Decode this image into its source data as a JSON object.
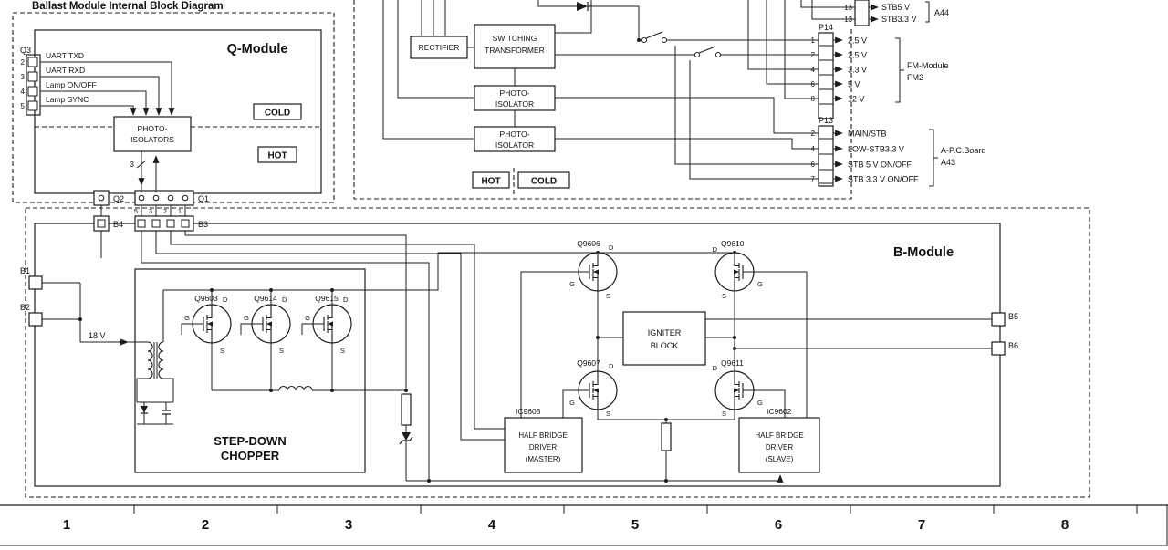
{
  "title": "Ballast Module Internal Block Diagram",
  "mosfet_pins": {
    "d": "D",
    "g": "G",
    "s": "S"
  },
  "q_module": {
    "name": "Q-Module",
    "cold": "COLD",
    "hot": "HOT",
    "q3_label": "Q3",
    "q3_pins": [
      {
        "num": "2",
        "signal": "UART TXD"
      },
      {
        "num": "3",
        "signal": "UART RXD"
      },
      {
        "num": "4",
        "signal": "Lamp ON/OFF"
      },
      {
        "num": "5",
        "signal": "Lamp SYNC"
      }
    ],
    "photo_isolators_l1": "PHOTO-",
    "photo_isolators_l2": "ISOLATORS",
    "bundle_count": "3",
    "q2": "Q2",
    "q1": "Q1",
    "b4": "B4",
    "b3": "B3",
    "b3_pin_numbers": [
      "5",
      "3",
      "2",
      "1"
    ]
  },
  "psu": {
    "rectifier": "RECTIFIER",
    "transformer_l1": "SWITCHING",
    "transformer_l2": "TRANSFORMER",
    "photo_isolator_l1": "PHOTO-",
    "photo_isolator_l2": "ISOLATOR",
    "hot": "HOT",
    "cold": "COLD",
    "p14_label": "P14",
    "p14_pins": [
      {
        "num": "1",
        "signal": "2.5 V"
      },
      {
        "num": "2",
        "signal": "2.5 V"
      },
      {
        "num": "4",
        "signal": "3.3 V"
      },
      {
        "num": "6",
        "signal": "5 V"
      },
      {
        "num": "8",
        "signal": "12 V"
      }
    ],
    "p14_dest_l1": "FM-Module",
    "p14_dest_l2": "FM2",
    "p13_label": "P13",
    "p13_pins": [
      {
        "num": "2",
        "signal": "MAIN/STB"
      },
      {
        "num": "4",
        "signal": "LOW-STB3.3 V"
      },
      {
        "num": "6",
        "signal": "STB 5 V ON/OFF"
      },
      {
        "num": "7",
        "signal": "STB 3.3 V ON/OFF"
      }
    ],
    "p13_dest_l1": "A-P.C.Board",
    "p13_dest_l2": "A43",
    "stb_pins": [
      {
        "num": "13",
        "signal": "STB5 V"
      },
      {
        "num": "13",
        "signal": "STB3.3 V"
      }
    ],
    "stb_dest": "A44"
  },
  "b_module": {
    "name": "B-Module",
    "b1": "B1",
    "b2": "B2",
    "b5": "B5",
    "b6": "B6",
    "supply": "18 V",
    "chopper_l1": "STEP-DOWN",
    "chopper_l2": "CHOPPER",
    "q9603": "Q9603",
    "q9614": "Q9614",
    "q9615": "Q9615",
    "q9606": "Q9606",
    "q9610": "Q9610",
    "q9607": "Q9607",
    "q9611": "Q9611",
    "igniter_l1": "IGNITER",
    "igniter_l2": "BLOCK",
    "ic9603": "IC9603",
    "ic9602": "IC9602",
    "driver_master_l1": "HALF BRIDGE",
    "driver_master_l2": "DRIVER",
    "driver_master_l3": "(MASTER)",
    "driver_slave_l1": "HALF BRIDGE",
    "driver_slave_l2": "DRIVER",
    "driver_slave_l3": "(SLAVE)"
  },
  "ruler": [
    "1",
    "2",
    "3",
    "4",
    "5",
    "6",
    "7",
    "8"
  ]
}
